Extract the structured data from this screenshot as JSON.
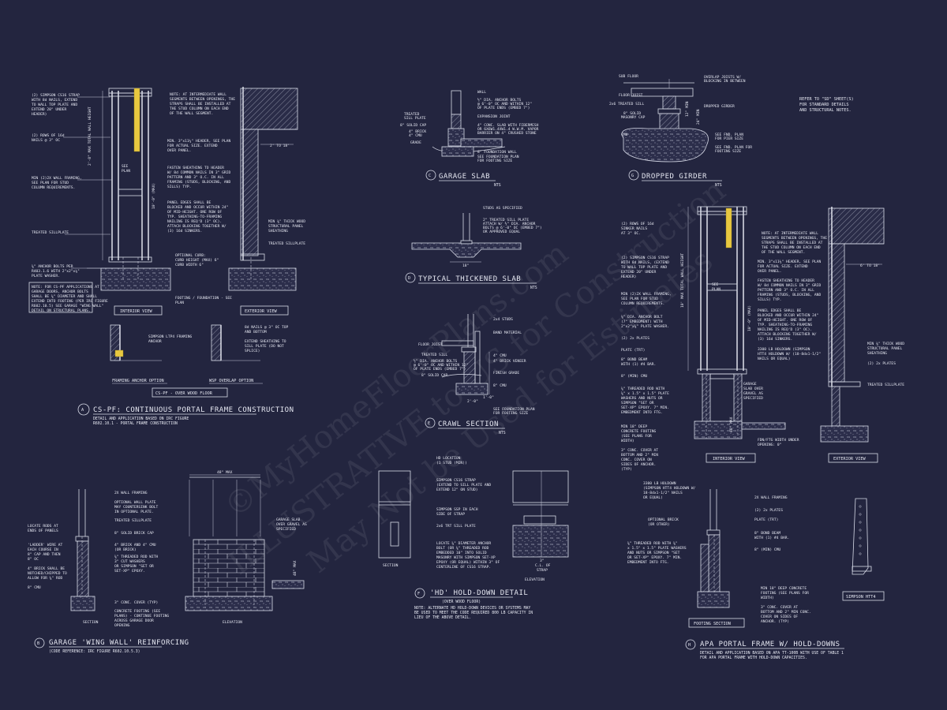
{
  "sheet": {
    "background": "#23253f",
    "ink": "#e6e8f2",
    "highlight": "#e8c840",
    "watermark_lines": [
      "©MyHomeFloorPlans.com",
      "ILLUSTRATIVE to US for Construction",
      "May Not be Used for Estimates"
    ]
  },
  "detail_a": {
    "badge": "A",
    "title": "CS-PF: CONTINUOUS PORTAL FRAME CONSTRUCTION",
    "subtitle1": "DETAIL AND APPLICATION BASED ON IRC FIGURE",
    "subtitle2": "R602.10.1 - PORTAL FRAME CONSTRUCTION",
    "notes": [
      "(2) SIMPSON CS16 STRAP",
      "WITH 8d NAILS, EXTEND",
      "TO WALL TOP PLATE AND",
      "EXTEND 20\" UNDER",
      "HEADER)",
      "(2) ROWS OF 16d",
      "NAILS @ 3\" OC",
      "MIN (2)2X WALL FRAMING,",
      "SEE PLAN FOR STUD",
      "COLUMN REQUIREMENTS.",
      "TREATED SILLPLATE",
      "⅝\" ANCHOR BOLTS PER",
      "R403.1.6 WITH 2\"x2\"x⅛\"",
      "PLATE WASHER."
    ],
    "code_note": [
      "NOTE: FOR CS-PF APPLICATIONS AT",
      "GARAGE DOORS, ANCHOR BOLTS",
      "SHALL BE ⅝\" DIAMETER AND SHALL",
      "EXTEND INTO FOOTING (PER IRC FIGURE",
      "R602.10.5) SEE GARAGE \"WING WALL\"",
      "DETAIL ON STRUCTURAL PLANS."
    ],
    "right_notes": [
      "NOTE: AT INTERMEDIATE WALL",
      "SEGMENTS BETWEEN OPENINGS, THE",
      "STRAPS SHALL BE INSTALLED AT",
      "THE STUD COLUMN ON EACH END",
      "OF THE WALL SEGMENT.",
      "MIN. 3\"x11¼\" HEADER, SEE PLAN",
      "FOR ACTUAL SIZE. EXTEND",
      "OVER PANEL.",
      "FASTEN SHEATHING TO HEADER",
      "W/ 8d COMMON NAILS IN 3\" GRID",
      "PATTERN AND 3\" O.C. IN ALL",
      "FRAMING (STUDS, BLOCKING, AND",
      "SILLS) TYP.",
      "PANEL EDGES SHALL BE",
      "BLOCKED AND OCCUR WITHIN 24\"",
      "OF MID-HEIGHT. ONE ROW OF",
      "TYP. SHEATHING-TO-FRAMING",
      "NAILING IS REQ'D (3\" OC).",
      "ATTACH BLOCKING TOGETHER W/",
      "(3) 16d SINKERS."
    ],
    "side_notes": [
      "MIN ⅜\" THICK WOOD",
      "STRUCTURAL PANEL",
      "SHEATHING",
      "TREATED SILLPLATE"
    ],
    "dim_height": "2'-8\" MAX TOTAL WALL HEIGHT",
    "dim_header": "10'-0\" (MAX)",
    "dim_2to18": "2' TO 18'",
    "see_plan": [
      "SEE",
      "PLAN"
    ],
    "curb_note": [
      "OPTIONAL CURB:",
      "CURB HEIGHT (MAX) 6\"",
      "CURB WIDTH 6\""
    ],
    "footing_note": [
      "FOOTING / FOUNDATION - SEE",
      "PLAN"
    ],
    "interior_view": "INTERIOR VIEW",
    "exterior_view": "EXTERIOR VIEW",
    "framing_anchor_label": "FRAMING ANCHOR OPTION",
    "framing_anchor_note": [
      "SIMPSON LTP4 FRAMING",
      "ANCHOR"
    ],
    "wsp_overlap_label": "WSP OVERLAP OPTION",
    "wsp_notes": [
      "8d NAILS @ 3\" OC TOP",
      "AND BOTTOM",
      "EXTEND SHEATHING TO",
      "SILL PLATE (DO NOT",
      "SPLICE)"
    ],
    "over_wood_floor": "CS-PF - OVER WOOD FLOOR"
  },
  "detail_b": {
    "badge": "B",
    "title": "GARAGE 'WING WALL' REINFORCING",
    "subtitle": "(CODE REFERENCE: IRC FIGURE R602.10.5.3)",
    "notes": [
      "2X WALL FRAMING",
      "OPTIONAL WALL PLATE",
      "MAY COUNTERSINK BOLT",
      "IN OPTIONAL PLATE.",
      "TREATED SILLPLATE",
      "8\" SOLID BRICK CAP",
      "4\" BRICK AND 4\" CMU",
      "(OR BRICK)",
      "⅝\" THREADED ROD WITH",
      "3\" CUT WASHERS",
      "OR SIMPSON \"SET OR",
      "SET-XP\" EPOXY.",
      "3\" CONC. COVER (TYP)",
      "CONCRETE FOOTING (SEE",
      "PLANS) - CONTINUE FOOTING",
      "ACROSS GARAGE DOOR",
      "OPENING"
    ],
    "left_notes": [
      "LOCATE RODS AT",
      "ENDS OF PANELS",
      "'LADDER' WIRE AT",
      "EACH COURSE IN",
      "8\" CAP AND THEN",
      "8\" OC",
      "4\" BRICK SHALL BE",
      "NOTCHED/CHIPPED TO",
      "ALLOW FOR ⅝\" ROD",
      "8\" CMU"
    ],
    "right_notes": [
      "GARAGE SLAB",
      "OVER GRAVEL AS",
      "SPECIFIED"
    ],
    "dim_top": "48\" MAX",
    "dim_side": "48\" MAX",
    "section": "SECTION",
    "elevation": "ELEVATION"
  },
  "detail_c": {
    "badge": "C",
    "title": "GARAGE SLAB",
    "scale": "NTS",
    "left_notes": [
      "TREATED",
      "SILL PLATE",
      "8\" SOLID CAP",
      "4\" BRICK",
      "4\" CMU",
      "GRADE"
    ],
    "right_notes": [
      "WALL",
      "½\" DIA. ANCHOR BOLTS",
      "@ 6'-0\" OC AND WITHIN 12\"",
      "OF PLATE ENDS (EMBED 7\")",
      "EXPANSION JOINT",
      "4\" CONC. SLAB WITH FIBERMESH",
      "OR 6X6W1.4XW1.4 W.W.M. VAPOR",
      "BARRIER ON 4\" CRUSHED STONE",
      "8\" FOUNDATION WALL",
      "SEE FOUNDATION PLAN",
      "FOR FOOTING SIZE"
    ]
  },
  "detail_d": {
    "badge": "D",
    "title": "TYPICAL THICKENED SLAB",
    "scale": "NTS",
    "notes": [
      "STUDS AS SPECIFIED",
      "2\" TREATED SILL PLATE",
      "ATTACH W/ ½\" DIA. ANCHOR",
      "BOLTS @ 6'-0\" OC (EMBED 7\")",
      "OR APPROVED EQUAL"
    ],
    "dim": "18\""
  },
  "detail_e": {
    "badge": "E",
    "title": "CRAWL SECTION",
    "scale": "NTS",
    "left_notes": [
      "FLOOR JOIST",
      "TREATED SILL",
      "½\" DIA. ANCHOR BOLTS",
      "@ 6'-0\" OC AND WITHIN 12\"",
      "OF PLATE ENDS (EMBED 7\")",
      "8\" SOLID CAP"
    ],
    "right_notes": [
      "2x4 STUDS",
      "BAND MATERIAL",
      "4\" CMU",
      "4\" BRICK VENEER",
      "FINISH GRADE",
      "8\" CMU",
      "SEE FOUNDATION PLAN",
      "FOR FOOTING SIZE"
    ],
    "dims": [
      "1'-0\"",
      "2'-0\"",
      "1'-0\""
    ]
  },
  "detail_f": {
    "badge": "F",
    "title": "'HD' HOLD-DOWN DETAIL",
    "subtitle": "(OVER WOOD FLOOR)",
    "note": [
      "NOTE: ALTERNATE HD HOLD-DOWN DEVICES OR SYSTEMS MAY",
      "BE USED TO MEET THE CODE REQUIRED 800 LB CAPACITY IN",
      "LIEU OF THE ABOVE DETAIL."
    ],
    "callouts": [
      "HD LOCATION",
      "(1 STUD (MIN))",
      "SIMPSON CS16 STRAP",
      "(EXTEND TO SILL PLATE AND",
      "EXTEND 12\" ON STUD)",
      "SIMPSON SSP IN EACH",
      "SIDE OF STRAP",
      "2x6 TRT SILL PLATE"
    ],
    "anchor_note": [
      "LOCATE ⅝\" DIAMETER ANCHOR",
      "BOLT (OR ⅝\" THREADED ROD",
      "EMBEDDED 10\" INTO SOLID",
      "MASONRY WITH SIMPSON SET-XP",
      "EPOXY (OR EQUAL) WITHIN 3\" OF",
      "CENTERLINE OF CS16 STRAP."
    ],
    "dims": [
      "3\"",
      "C.L. OF",
      "STRAP"
    ],
    "section": "SECTION",
    "elevation": "ELEVATION"
  },
  "detail_g": {
    "badge": "G",
    "title": "DROPPED GIRDER",
    "scale": "NTS",
    "left_notes": [
      "SUB FLOOR",
      "FLOOR JOIST",
      "2x6 TREATED SILL",
      "8\" SOLID",
      "MASONRY CAP",
      "CMU"
    ],
    "right_notes": [
      "OVERLAP JOISTS W/",
      "BLOCKING IN BETWEEN",
      "DROPPED GIRDER",
      "SEE FND. PLAN",
      "FOR PIER SIZE",
      "SEE FND. PLAN FOR",
      "FOOTING SIZE"
    ],
    "dims": [
      "12\" MIN",
      "24\" MIN"
    ]
  },
  "general_note": [
    "REFER TO \"SD\" SHEET(S)",
    "FOR STANDARD DETAILS",
    "AND STRUCTURAL NOTES."
  ],
  "detail_h_upper": {
    "left_notes": [
      "(2) ROWS OF 16d",
      "SINKER NAILS",
      "AT 3\" OC.",
      "(2) SIMPSON CS16 STRAP",
      "WITH 8d NAILS, (EXTEND",
      "TO WALL TOP PLATE AND",
      "EXTEND 20\" UNDER",
      "HEADER)",
      "MIN (2)2X WALL FRAMING,",
      "SEE PLAN FOR STUD",
      "COLUMN REQUIREMENTS.",
      "⅝\" DIA. ANCHOR BOLT",
      "(7\" EMBEDMENT) WITH",
      "2\"x2\"x⅛\" PLATE WASHER.",
      "(2) 2x PLATES",
      "PLATE (TRT)",
      "8\" BOND BEAM",
      "WITH (1) #4 BAR.",
      "8\" (MIN) CMU",
      "⅝\" THREADED ROD WITH",
      "⅝\" x 1.5\" x 1.5\" PLATE",
      "WASHERS AND NUTS OR",
      "SIMPSON \"SET OR",
      "SET-XP\" EPOXY. 7\" MIN.",
      "EMBEDMENT INTO FTG.",
      "MIN 18\" DEEP",
      "CONCRETE FOOTING",
      "(SEE PLANS FOR",
      "WIDTH)",
      "3\" CONC. COVER AT",
      "BOTTOM AND 2\" MIN",
      "CONC. COVER ON",
      "SIDES OF ANCHOR.",
      "(TYP)"
    ],
    "mid_notes": [
      "NOTE: AT INTERMEDIATE WALL",
      "SEGMENTS BETWEEN OPENINGS, THE",
      "STRAPS SHALL BE INSTALLED AT",
      "THE STUD COLUMN ON EACH END",
      "OF THE WALL SEGMENT.",
      "MIN. 3\"x11¼\" HEADER, SEE PLAN",
      "FOR ACTUAL SIZE. EXTEND",
      "OVER PANEL.",
      "FASTEN SHEATHING TO HEADER",
      "W/ 8d COMMON NAILS IN 3\" GRID",
      "PATTERN AND 3\" O.C. IN ALL",
      "FRAMING (STUDS, BLOCKING, AND",
      "SILLS) TYP.",
      "PANEL EDGES SHALL BE",
      "BLOCKED AND OCCUR WITHIN 24\"",
      "OF MID-HEIGHT. ONE ROW OF",
      "TYP. SHEATHING-TO-FRAMING",
      "NAILING IS REQ'D (3\" OC).",
      "ATTACH BLOCKING TOGETHER W/",
      "(3) 16d SINKERS.",
      "3300 LB HOLDOWN (SIMPSON",
      "HTT4 HOLDOWN W/ (18-8dx1-1/2\"",
      "NAILS OR EQUAL)"
    ],
    "garage_note": [
      "GARAGE",
      "SLAB OVER",
      "GRAVEL AS",
      "SPECIFIED"
    ],
    "right_notes": [
      "MIN ⅜\" THICK WOOD",
      "STRUCTURAL PANEL",
      "SHEATHING",
      "(2) 2x PLATES",
      "TREATED SILLPLATE"
    ],
    "fnd_note": [
      "FDN/FTG WIDTH UNDER",
      "OPENING: 0\""
    ],
    "dim_2to18": "6' TO 18'",
    "dim_height": "10' MAX TOTAL WALL HEIGHT",
    "dim_header": "10'-0\" (MAX)",
    "dim_48": "48\" MAX",
    "see_plan": [
      "SEE",
      "PLAN"
    ],
    "interior_view": "INTERIOR VIEW",
    "exterior_view": "EXTERIOR VIEW"
  },
  "detail_h": {
    "badge": "H",
    "title": "APA PORTAL FRAME W/ HOLD-DOWNS",
    "subtitle1": "DETAIL AND APPLICATION BASED ON APA TT-100B WITH USE OF TABLE 1",
    "subtitle2": "FOR APA PORTAL FRAME WITH HOLD-DOWN CAPACITIES.",
    "left_notes": [
      "3300 LB HOLDOWN",
      "(SIMPSON HTT4 HOLDOWN W/",
      "18-8dx1-1/2\" NAILS",
      "OR EQUAL)",
      "OPTIONAL BRICK",
      "(OR OTHER)",
      "⅝\" THREADED ROD WITH ⅝\"",
      "x 1.5\" x 1.5\" PLATE WASHERS",
      "AND NUTS OR SIMPSON \"SET",
      "OR SET-XP\" EPOXY. 7\" MIN.",
      "EMBEDMENT INTO FTG."
    ],
    "right_notes": [
      "2X WALL FRAMING",
      "(2) 2x PLATES",
      "PLATE (TRT)",
      "8\" BOND BEAM",
      "WITH (1) #4 BAR.",
      "8\" (MIN) CMU",
      "MIN 18\" DEEP CONCRETE",
      "FOOTING (SEE PLANS FOR",
      "WIDTH)",
      "3\" CONC. COVER AT",
      "BOTTOM AND 2\" MIN CONC.",
      "COVER ON SIDES OF",
      "ANCHOR. (TYP)"
    ],
    "footing_section": "FOOTING SECTION",
    "htt4_label": "SIMPSON HTT4"
  }
}
